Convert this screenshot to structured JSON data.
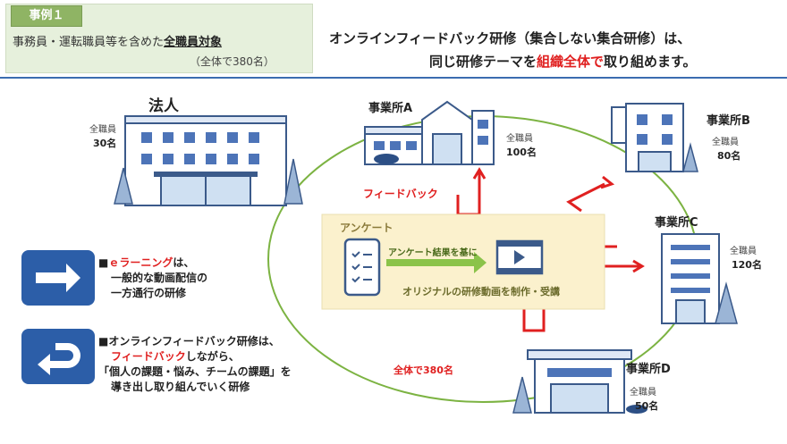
{
  "header": {
    "case_label": "事例１",
    "line1_prefix": "事務員・運転職員等を含めた",
    "line1_emph": "全職員対象",
    "line2": "（全体で380名）",
    "right_line1": "オンラインフィードバック研修（集合しない集合研修）は、",
    "right_line2_a": "同じ研修テーマを",
    "right_line2_emph": "組織全体で",
    "right_line2_b": "取り組めます。"
  },
  "hq": {
    "label": "法人",
    "staff_label": "全職員",
    "count": "30名"
  },
  "office_a": {
    "label": "事業所A",
    "staff_label": "全職員",
    "count": "100名"
  },
  "office_b": {
    "label": "事業所B",
    "staff_label": "全職員",
    "count": "80名"
  },
  "office_c": {
    "label": "事業所C",
    "staff_label": "全職員",
    "count": "120名"
  },
  "office_d": {
    "label": "事業所D",
    "staff_label": "全職員",
    "count": "50名"
  },
  "feedback_label": "フィードバック",
  "total_label": "全体で380名",
  "center": {
    "survey_label": "アンケート",
    "arrow_label": "アンケート結果を基に",
    "video_label": "オリジナルの研修動画を制作・受講"
  },
  "legend": {
    "elearning_marker": "■",
    "elearning_emph": "ｅラーニング",
    "elearning_l1_tail": "は、",
    "elearning_l2": "一般的な動画配信の",
    "elearning_l3": "一方通行の研修",
    "feedback_l1": "■オンラインフィードバック研修は、",
    "feedback_l2_emph": "フィードバック",
    "feedback_l2_tail": "しながら、",
    "feedback_l3": "「個人の課題・悩み、チームの課題」を",
    "feedback_l4": "導き出し取り組んでいく研修"
  },
  "colors": {
    "accent_blue": "#2c5ea8",
    "emph_red": "#e02020",
    "loop_green": "#7cb342",
    "box_yellow": "#fbf1cd",
    "header_green": "#e6f0dc"
  }
}
